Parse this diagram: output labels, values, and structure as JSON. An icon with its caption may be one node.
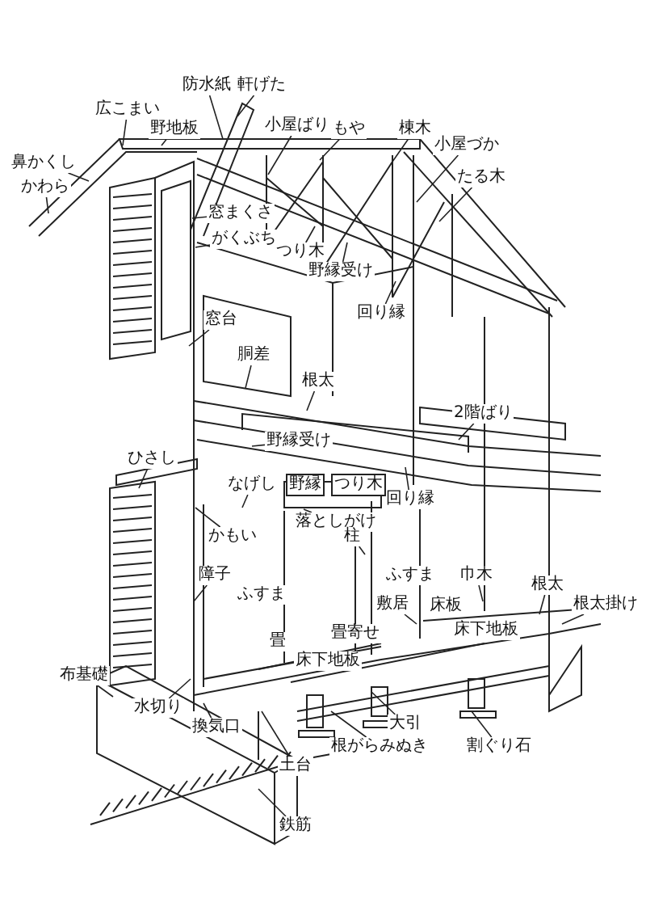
{
  "diagram": {
    "nodes": [
      {
        "text": [
          "防水紙"
        ]
      },
      {
        "text": [
          "軒げた"
        ]
      },
      {
        "text": [
          "広こまい"
        ]
      },
      {
        "text": [
          "野地板"
        ]
      },
      {
        "text": [
          "小屋ばり"
        ]
      },
      {
        "text": [
          "もや"
        ]
      },
      {
        "text": [
          "棟木"
        ]
      },
      {
        "text": [
          "小屋づか"
        ]
      },
      {
        "text": [
          "たる木"
        ]
      },
      {
        "text": [
          "鼻かくし"
        ]
      },
      {
        "text": [
          "かわら"
        ]
      },
      {
        "text": [
          "窓まくさ"
        ]
      },
      {
        "text": [
          "がくぶち"
        ]
      },
      {
        "text": [
          "つり木"
        ]
      },
      {
        "text": [
          "野縁受け"
        ]
      },
      {
        "text": [
          "回り縁"
        ]
      },
      {
        "text": [
          "窓台"
        ]
      },
      {
        "text": [
          "胴差"
        ]
      },
      {
        "text": [
          "根太"
        ]
      },
      {
        "text": [
          "2階ばり"
        ]
      },
      {
        "text": [
          "野縁受け"
        ]
      },
      {
        "text": [
          "ひさし"
        ]
      },
      {
        "text": [
          "なげし"
        ]
      },
      {
        "text": [
          "回り縁"
        ]
      },
      {
        "text": [
          "落としがけ"
        ]
      },
      {
        "text": [
          "かもい"
        ]
      },
      {
        "text": [
          "柱"
        ]
      },
      {
        "text": [
          "障子"
        ]
      },
      {
        "text": [
          "巾木"
        ]
      },
      {
        "text": [
          "根太"
        ]
      },
      {
        "text": [
          "根太掛け"
        ]
      },
      {
        "text": [
          "敷居"
        ]
      },
      {
        "text": [
          "布基礎"
        ]
      },
      {
        "text": [
          "水切り"
        ]
      },
      {
        "text": [
          "換気口"
        ]
      },
      {
        "text": [
          "大引"
        ]
      },
      {
        "text": [
          "根がらみぬき"
        ]
      },
      {
        "text": [
          "割ぐり石"
        ]
      },
      {
        "text": [
          "土台"
        ]
      },
      {
        "text": [
          "鉄筋"
        ]
      },
      {
        "text": [
          "野縁"
        ]
      },
      {
        "text": [
          "つり木"
        ]
      },
      {
        "text": [
          "ふすま"
        ]
      },
      {
        "text": [
          "ふすま"
        ]
      },
      {
        "text": [
          "床板"
        ]
      },
      {
        "text": [
          "床下地板"
        ]
      },
      {
        "text": [
          "畳寄せ"
        ]
      },
      {
        "text": [
          "畳"
        ]
      },
      {
        "text": [
          "床下地板"
        ]
      }
    ],
    "edges": [
      {
        "from": 0,
        "to": null,
        "arrow": "none"
      },
      {
        "from": 1,
        "to": null,
        "arrow": "none"
      },
      {
        "from": 2,
        "to": null,
        "arrow": "none"
      },
      {
        "from": 3,
        "to": null,
        "arrow": "none"
      },
      {
        "from": 4,
        "to": null,
        "arrow": "none"
      },
      {
        "from": 5,
        "to": null,
        "arrow": "none"
      },
      {
        "from": 6,
        "to": null,
        "arrow": "none"
      },
      {
        "from": 7,
        "to": null,
        "arrow": "none"
      },
      {
        "from": 8,
        "to": null,
        "arrow": "none"
      },
      {
        "from": 9,
        "to": null,
        "arrow": "none"
      },
      {
        "from": 10,
        "to": null,
        "arrow": "none"
      },
      {
        "from": 11,
        "to": null,
        "arrow": "none"
      },
      {
        "from": 12,
        "to": null,
        "arrow": "none"
      },
      {
        "from": 13,
        "to": null,
        "arrow": "none"
      },
      {
        "from": 14,
        "to": null,
        "arrow": "none"
      },
      {
        "from": 15,
        "to": null,
        "arrow": "none"
      },
      {
        "from": 16,
        "to": null,
        "arrow": "none"
      },
      {
        "from": 17,
        "to": null,
        "arrow": "none"
      },
      {
        "from": 18,
        "to": null,
        "arrow": "none"
      },
      {
        "from": 19,
        "to": null,
        "arrow": "none"
      },
      {
        "from": 20,
        "to": null,
        "arrow": "none"
      },
      {
        "from": 21,
        "to": null,
        "arrow": "none"
      },
      {
        "from": 22,
        "to": null,
        "arrow": "none"
      },
      {
        "from": 23,
        "to": null,
        "arrow": "none"
      },
      {
        "from": 24,
        "to": null,
        "arrow": "none"
      },
      {
        "from": 25,
        "to": null,
        "arrow": "none"
      },
      {
        "from": 26,
        "to": null,
        "arrow": "none"
      },
      {
        "from": 27,
        "to": null,
        "arrow": "none"
      },
      {
        "from": 28,
        "to": null,
        "arrow": "none"
      },
      {
        "from": 29,
        "to": null,
        "arrow": "none"
      },
      {
        "from": 30,
        "to": null,
        "arrow": "none"
      },
      {
        "from": 31,
        "to": null,
        "arrow": "none"
      },
      {
        "from": 32,
        "to": null,
        "arrow": "none"
      },
      {
        "from": 33,
        "to": null,
        "arrow": "none"
      },
      {
        "from": 34,
        "to": null,
        "arrow": "none"
      },
      {
        "from": 35,
        "to": null,
        "arrow": "none"
      },
      {
        "from": 36,
        "to": null,
        "arrow": "none"
      },
      {
        "from": 37,
        "to": null,
        "arrow": "none"
      },
      {
        "from": 38,
        "to": null,
        "arrow": "none"
      },
      {
        "from": 39,
        "to": null,
        "arrow": "none"
      }
    ]
  }
}
